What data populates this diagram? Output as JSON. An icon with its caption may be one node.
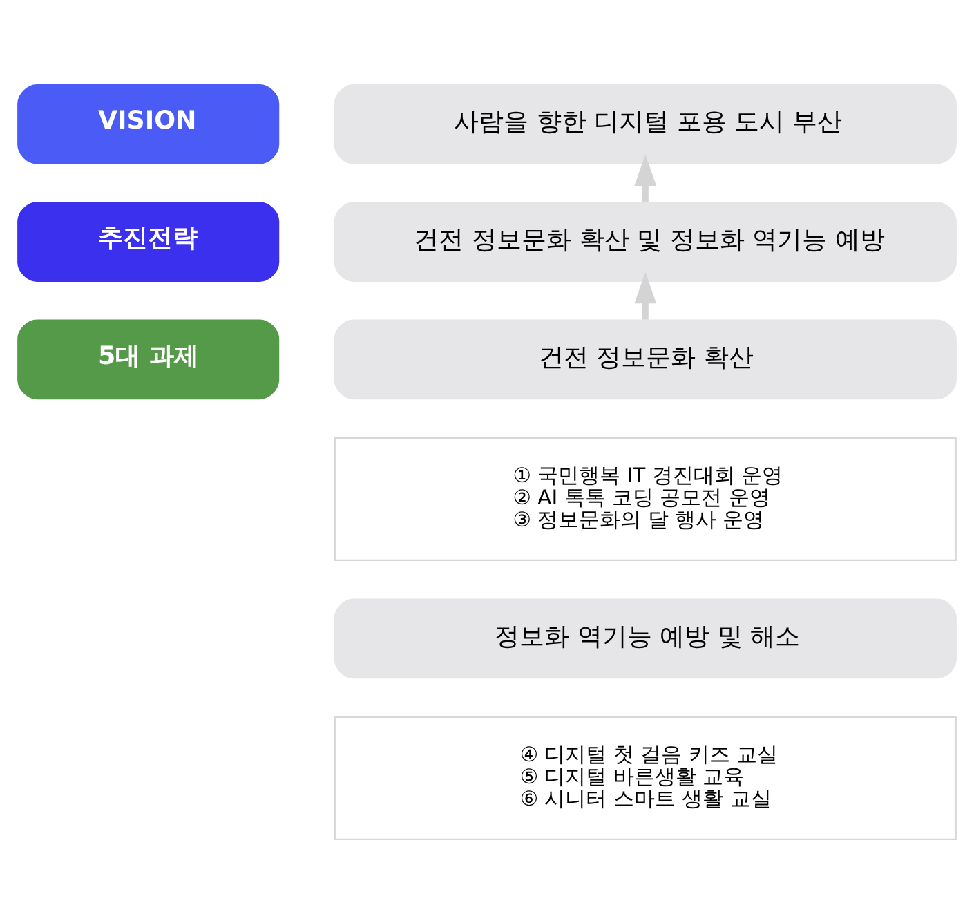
{
  "diagram": {
    "nodes": [
      {
        "text": [
          "VISION"
        ]
      },
      {
        "text": [
          "사람을 향한 디지털 포용 도시 부산"
        ]
      },
      {
        "text": [
          "추진전략"
        ]
      },
      {
        "text": [
          "건전 정보문화 확산 및 정보화 역기능 예방"
        ]
      },
      {
        "text": [
          "5대 과제"
        ]
      },
      {
        "text": [
          "건전 정보문화 확산"
        ]
      },
      {
        "text": [
          "① 국민행복 IT 경진대회 운영",
          "② AI 톡톡 코딩 공모전 운영",
          "③ 정보문화의 달 행사 운영"
        ]
      },
      {
        "text": [
          "정보화 역기능 예방 및 해소"
        ]
      },
      {
        "text": [
          "④ 디지털 첫 걸음 키즈 교실",
          "⑤ 디지털 바른생활 교육",
          "⑥ 시니터 스마트 생활 교실"
        ]
      }
    ],
    "edges": [
      {
        "from": 3,
        "to": 1,
        "arrow": "to"
      },
      {
        "from": 5,
        "to": 3,
        "arrow": "to"
      }
    ]
  }
}
